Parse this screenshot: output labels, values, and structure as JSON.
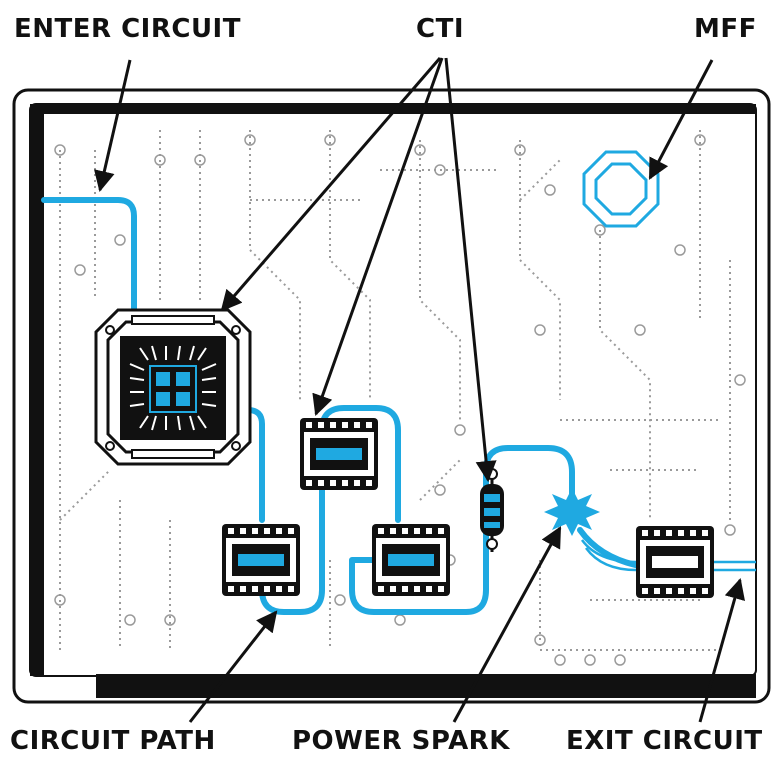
{
  "labels": {
    "enter_circuit": "ENTER CIRCUIT",
    "cti": "CTI",
    "mff": "MFF",
    "circuit_path": "CIRCUIT PATH",
    "power_spark": "POWER SPARK",
    "exit_circuit": "EXIT CIRCUIT"
  },
  "colors": {
    "board_border": "#111111",
    "circuit_path": "#1fa9e1",
    "chip_body": "#1a1a1a",
    "trace_dots": "#9a9a9a",
    "background": "#ffffff"
  }
}
